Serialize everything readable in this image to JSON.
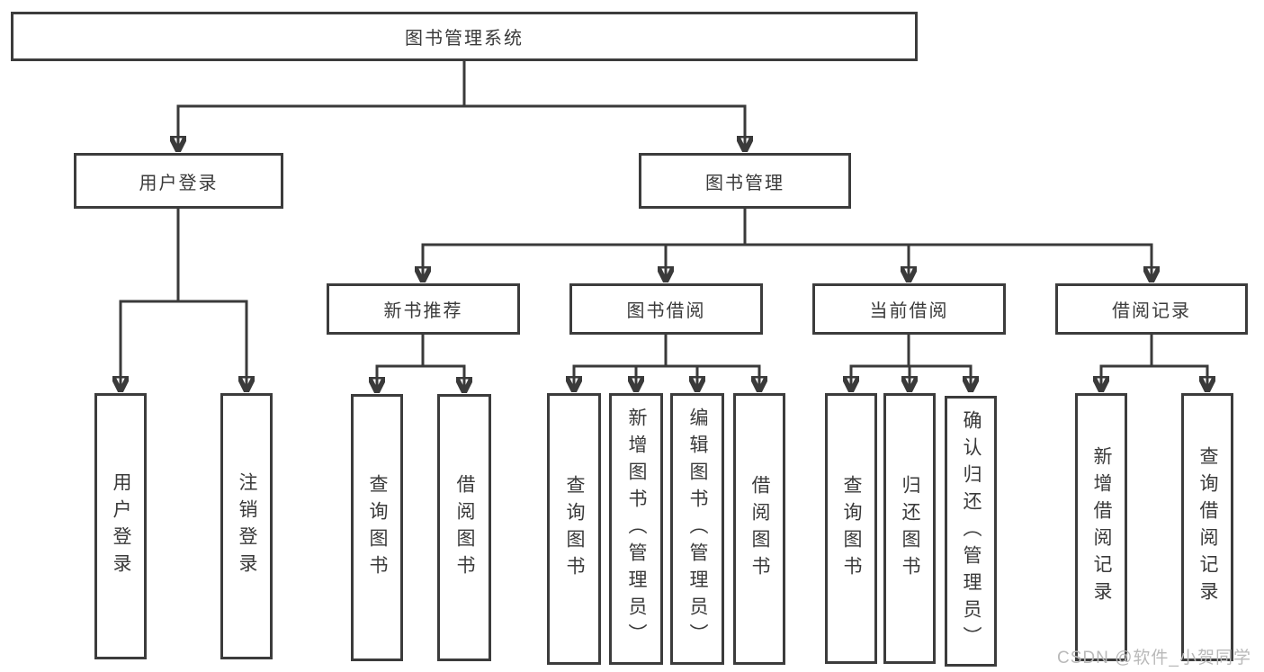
{
  "tree": {
    "root": "图书管理系统",
    "level2": [
      "用户登录",
      "图书管理"
    ],
    "level3": [
      "新书推荐",
      "图书借阅",
      "当前借阅",
      "借阅记录"
    ],
    "leaves": {
      "login": [
        "用户登录",
        "注销登录"
      ],
      "new_book": [
        "查询图书",
        "借阅图书"
      ],
      "book_borrow": [
        "查询图书",
        "新增图书（管理员）",
        "编辑图书（管理员）",
        "借阅图书"
      ],
      "current": [
        "查询图书",
        "归还图书",
        "确认归还（管理员）"
      ],
      "records": [
        "新增借阅记录",
        "查询借阅记录"
      ]
    }
  },
  "watermark": "CSDN @软件_小贺同学",
  "colors": {
    "line": "#3a3a3a",
    "text": "#3a3a3a",
    "watermark": "#b9b9b9",
    "background": "#ffffff"
  }
}
